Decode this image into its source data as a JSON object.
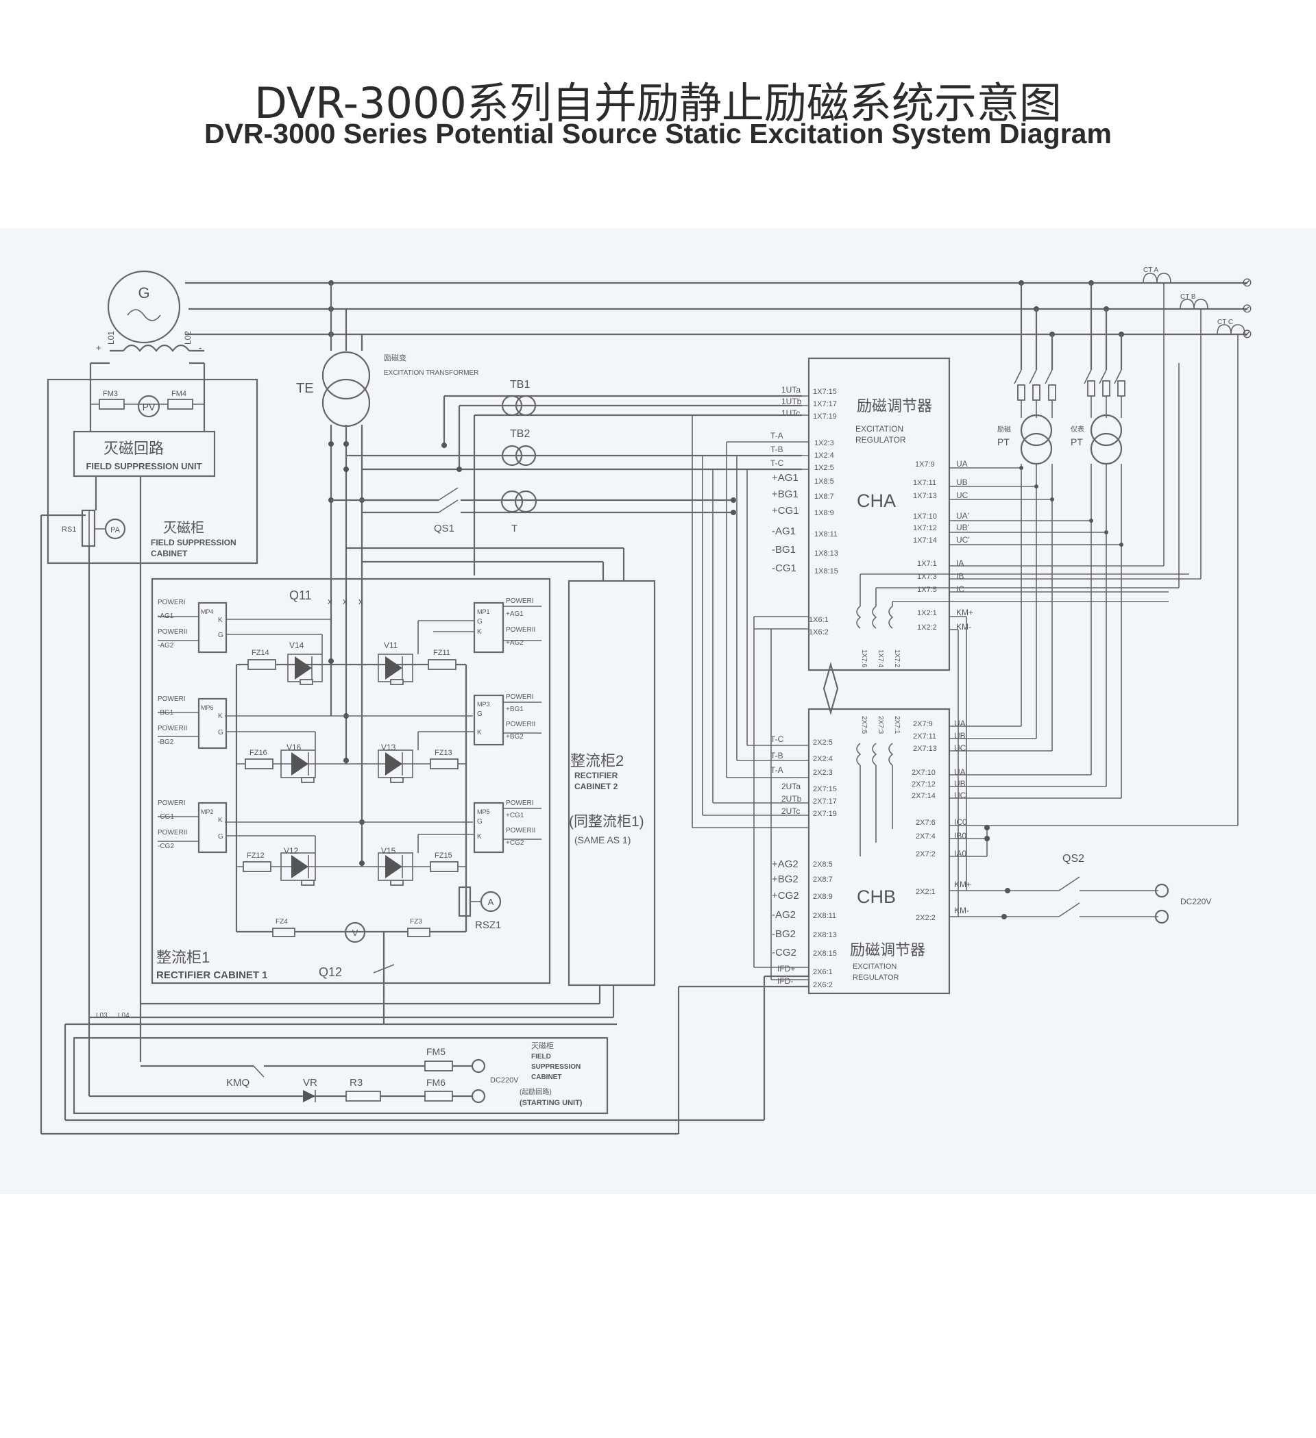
{
  "title": {
    "cn": "DVR-3000系列自并励静止励磁系统示意图",
    "en": "DVR-3000 Series Potential Source Static  Excitation System Diagram"
  },
  "generator": {
    "symbol": "G",
    "terminals": [
      "+",
      "L01",
      "L02",
      "-"
    ]
  },
  "field_suppression_cabinet": {
    "fuses": [
      "FM3",
      "FM4"
    ],
    "meter": "PV",
    "unit_cn": "灭磁回路",
    "unit_en": "FIELD SUPPRESSION UNIT",
    "cabinet_cn": "灭磁柜",
    "cabinet_en": [
      "FIELD SUPPRESSION",
      "CABINET"
    ],
    "shunt": "RS1",
    "ammeter": "PA"
  },
  "excitation_transformer": {
    "label": "TE",
    "cn": "励磁变",
    "en": "EXCITATION TRANSFORMER"
  },
  "transformers": [
    "TB1",
    "TB2",
    "T"
  ],
  "switch_qs1": "QS1",
  "rectifier1": {
    "switch_top": "Q11",
    "switch_bottom": "Q12",
    "pulse_modules_left": [
      {
        "id": "MP4",
        "lines": [
          "POWERI",
          "-AG1",
          "POWERII",
          "-AG2"
        ]
      },
      {
        "id": "MP6",
        "lines": [
          "POWERI",
          "-BG1",
          "POWERII",
          "-BG2"
        ]
      },
      {
        "id": "MP2",
        "lines": [
          "POWERI",
          "-CG1",
          "POWERII",
          "-CG2"
        ]
      }
    ],
    "pulse_modules_right": [
      {
        "id": "MP1",
        "lines": [
          "POWERI",
          "+AG1",
          "POWERII",
          "+AG2"
        ]
      },
      {
        "id": "MP3",
        "lines": [
          "POWERI",
          "+BG1",
          "POWERII",
          "+BG2"
        ]
      },
      {
        "id": "MP5",
        "lines": [
          "POWERI",
          "+CG1",
          "POWERII",
          "+CG2"
        ]
      }
    ],
    "pins": [
      "K",
      "G"
    ],
    "thyristors": [
      "V14",
      "V11",
      "V16",
      "V13",
      "V12",
      "V15"
    ],
    "fuses": [
      "FZ14",
      "FZ11",
      "FZ16",
      "FZ13",
      "FZ12",
      "FZ15",
      "FZ4",
      "FZ3"
    ],
    "voltmeter": "V",
    "ammeter": "A",
    "shunt": "RSZ1",
    "label_cn": "整流柜1",
    "label_en": "RECTIFIER  CABINET 1"
  },
  "rectifier2": {
    "label_cn": "整流柜2",
    "label_en": [
      "RECTIFIER",
      "CABINET 2"
    ],
    "note_cn": "(同整流柜1)",
    "note_en": "(SAME AS  1)"
  },
  "cha": {
    "name": "CHA",
    "cn": "励磁调节器",
    "en": [
      "EXCITATION",
      "REGULATOR"
    ],
    "left_pins": [
      "1X7:15",
      "1X7:17",
      "1X7:19",
      "1X2:3",
      "1X2:4",
      "1X2:5",
      "1X8:5",
      "1X8:7",
      "1X8:9",
      "1X8:11",
      "1X8:13",
      "1X8:15",
      "1X6:1",
      "1X6:2"
    ],
    "left_signals": [
      "1UTa",
      "1UTb",
      "1UTc",
      "T-A",
      "T-B",
      "T-C",
      "+AG1",
      "+BG1",
      "+CG1",
      "-AG1",
      "-BG1",
      "-CG1"
    ],
    "right_pins": [
      "1X7:9",
      "1X7:11",
      "1X7:13",
      "1X7:10",
      "1X7:12",
      "1X7:14",
      "1X7:1",
      "1X7:3",
      "1X7:5",
      "1X2:1",
      "1X2:2"
    ],
    "right_signals": [
      "UA",
      "UB",
      "UC",
      "UA'",
      "UB'",
      "UC'",
      "IA",
      "IB",
      "IC",
      "KM+",
      "KM-"
    ],
    "bottom_pins": [
      "1X7:6",
      "1X7:4",
      "1X7:2"
    ]
  },
  "chb": {
    "name": "CHB",
    "cn": "励磁调节器",
    "en": [
      "EXCITATION",
      "REGULATOR"
    ],
    "left_signals": [
      "T-C",
      "T-B",
      "T-A",
      "2UTa",
      "2UTb",
      "2UTc",
      "+AG2",
      "+BG2",
      "+CG2",
      "-AG2",
      "-BG2",
      "-CG2",
      "IFD+",
      "IFD-"
    ],
    "left_pins": [
      "2X2:5",
      "2X2:4",
      "2X2:3",
      "2X7:15",
      "2X7:17",
      "2X7:19",
      "2X8:5",
      "2X8:7",
      "2X8:9",
      "2X8:11",
      "2X8:13",
      "2X8:15",
      "2X6:1",
      "2X6:2"
    ],
    "top_pins": [
      "2X7:5",
      "2X7:3",
      "2X7:1"
    ],
    "right_pins": [
      "2X7:9",
      "2X7:11",
      "2X7:13",
      "2X7:10",
      "2X7:12",
      "2X7:14",
      "2X7:6",
      "2X7:4",
      "2X7:2",
      "2X2:1",
      "2X2:2"
    ],
    "right_signals": [
      "UA",
      "UB",
      "UC",
      "UA'",
      "UB'",
      "UC'",
      "IC0",
      "IB0",
      "IA0",
      "KM+",
      "KM-"
    ]
  },
  "current_transformers": [
    "CT A",
    "CT B",
    "CT C"
  ],
  "pt_excitation": {
    "cn": "励磁",
    "label": "PT"
  },
  "pt_meter": {
    "cn": "仪表",
    "label": "PT"
  },
  "qs2": {
    "label": "QS2",
    "supply": "DC220V"
  },
  "bottom_leads": [
    "L03",
    "L04"
  ],
  "starting_unit": {
    "fuses": [
      "FM5",
      "FM6"
    ],
    "contactor": "KMQ",
    "diode": "VR",
    "resistor": "R3",
    "supply": "DC220V",
    "cn": "灭磁柜",
    "en": [
      "FIELD",
      "SUPPRESSION",
      "CABINET"
    ],
    "cn2": "(起励回路)",
    "en2": "(STARTING UNIT)"
  },
  "colors": {
    "background": "#f2f6fb",
    "line": "#666666",
    "text": "#555555"
  }
}
